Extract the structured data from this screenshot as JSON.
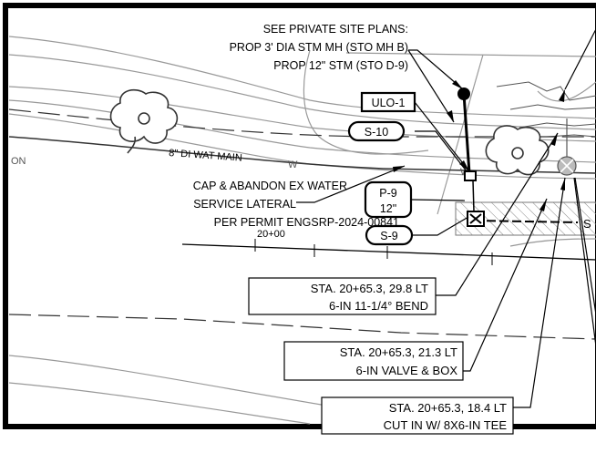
{
  "notes": {
    "private_site_plans": [
      "SEE PRIVATE SITE PLANS:",
      "PROP 3' DIA STM MH (STO MH B)",
      "PROP 12\" STM (STO D-9)"
    ],
    "cap_abandon": [
      "CAP & ABANDON EX WATER",
      "SERVICE LATERAL",
      "PER PERMIT ENGSRP-2024-00841"
    ]
  },
  "tags": {
    "ulo": "ULO-1",
    "s10": "S-10",
    "p9_line1": "P-9",
    "p9_line2": "12\"",
    "s9": "S-9"
  },
  "map_labels": {
    "water_main": "8\" DI WAT MAIN",
    "station": "20+00",
    "left_edge": "ON",
    "right_edge": "S"
  },
  "callouts": [
    {
      "line1": "STA. 20+65.3, 29.8 LT",
      "line2": "6-IN 11-1/4° BEND"
    },
    {
      "line1": "STA. 20+65.3, 21.3 LT",
      "line2": "6-IN VALVE & BOX"
    },
    {
      "line1": "STA. 20+65.3, 18.4 LT",
      "line2": "CUT IN W/ 8X6-IN TEE"
    }
  ]
}
